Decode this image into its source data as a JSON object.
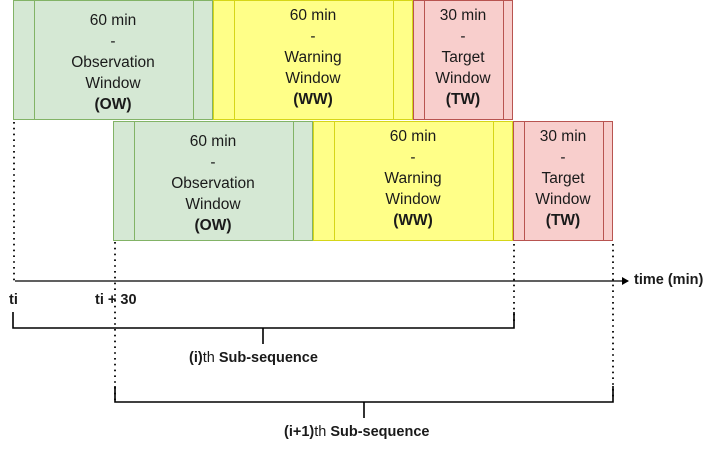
{
  "rows": [
    {
      "windows": [
        {
          "kind": "ow",
          "duration": "60 min",
          "dash": "-",
          "line1": "Observation",
          "line2": "Window",
          "abbr": "(OW)"
        },
        {
          "kind": "ww",
          "duration": "60 min",
          "dash": "-",
          "line1": "Warning",
          "line2": "Window",
          "abbr": "(WW)"
        },
        {
          "kind": "tw",
          "duration": "30 min",
          "dash": "-",
          "line1": "Target",
          "line2": "Window",
          "abbr": "(TW)"
        }
      ]
    },
    {
      "windows": [
        {
          "kind": "ow",
          "duration": "60 min",
          "dash": "-",
          "line1": "Observation",
          "line2": "Window",
          "abbr": "(OW)"
        },
        {
          "kind": "ww",
          "duration": "60 min",
          "dash": "-",
          "line1": "Warning",
          "line2": "Window",
          "abbr": "(WW)"
        },
        {
          "kind": "tw",
          "duration": "30 min",
          "dash": "-",
          "line1": "Target",
          "line2": "Window",
          "abbr": "(TW)"
        }
      ]
    }
  ],
  "axis": {
    "label": "time (min)",
    "tick_ti": "ti",
    "tick_ti30": "ti + 30"
  },
  "subsequences": {
    "first": {
      "index": "(i)",
      "suffix": "th",
      "name": "Sub-sequence"
    },
    "second": {
      "index": "(i+1)",
      "suffix": "th",
      "name": "Sub-sequence"
    }
  },
  "colors": {
    "ow_fill": "#d5e8d4",
    "ww_fill": "#ffff88",
    "tw_fill": "#f8cecc"
  }
}
